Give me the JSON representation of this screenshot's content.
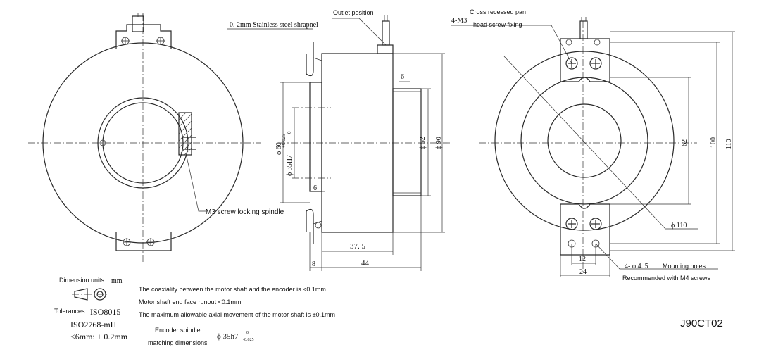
{
  "views": {
    "front": {
      "callout_screw": "M3 screw locking spindle"
    },
    "side": {
      "callout_shrapnel": "0. 2mm Stainless steel shrapnel",
      "callout_outlet": "Outlet position",
      "dim_60": "ϕ 60",
      "dim_35h7": "ϕ 35H7",
      "tol_35h7_upper": "+0.025",
      "tol_35h7_lower": "0",
      "dim_52": "ϕ 52",
      "dim_90": "ϕ 90",
      "dim_6_top": "6",
      "dim_6_bottom": "6",
      "dim_37_5": "37. 5",
      "dim_44": "44",
      "dim_8": "8"
    },
    "mount": {
      "callout_screw_prefix": "4-M3",
      "callout_screw_line1": "Cross recessed pan",
      "callout_screw_line2": "head screw fixing",
      "dim_62": "62",
      "dim_100": "100",
      "dim_110_v": "110",
      "dim_110_dia": "ϕ 110",
      "dim_12": "12",
      "dim_24": "24",
      "callout_holes_prefix": "4- ϕ 4. 5",
      "callout_holes_line1": "Mounting holes",
      "callout_holes_line2": "Recommended with M4 screws"
    }
  },
  "notes": {
    "units_label": "Dimension units",
    "units_value": "mm",
    "tolerances_label": "Tolerances",
    "tolerances_std1": "ISO8015",
    "tolerances_std2": "ISO2768-mH",
    "tolerances_rule": "<6mm: ± 0.2mm",
    "coaxiality": "The coaxiality between the motor shaft and the encoder is <0.1mm",
    "runout": "Motor shaft end face runout <0.1mm",
    "axial": "The maximum allowable axial movement of the motor shaft is ±0.1mm",
    "spindle_line1": "Encoder spindle",
    "spindle_line2": "matching dimensions",
    "spindle_fit": "ϕ 35h7",
    "spindle_tol_upper": "0",
    "spindle_tol_lower": "-0.025"
  },
  "model_code": "J90CT02"
}
